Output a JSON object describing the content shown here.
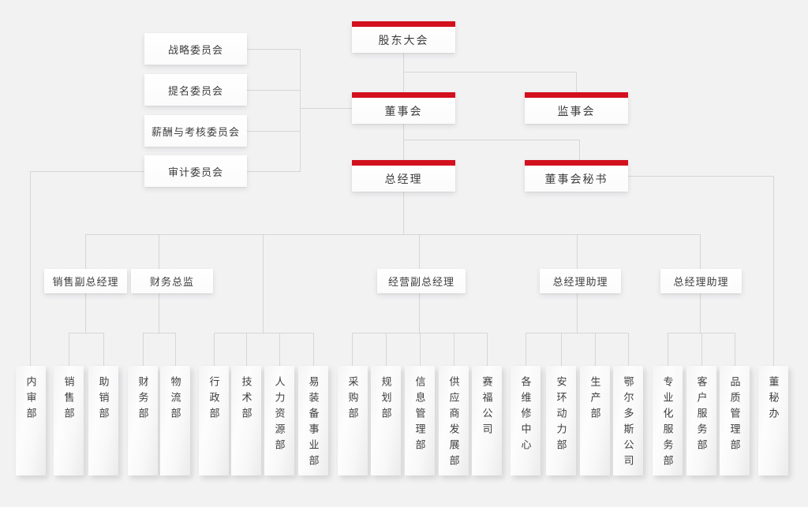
{
  "colors": {
    "accent_red": "#d2101e",
    "line": "#d6d6d6",
    "background": "#f2f2f3",
    "text": "#3e3e3e"
  },
  "nodes": {
    "shareholders": "股东大会",
    "board": "董事会",
    "supervisory": "监事会",
    "gm": "总经理",
    "board_secretary": "董事会秘书"
  },
  "committees": [
    "战略委员会",
    "提名委员会",
    "薪酬与考核委员会",
    "审计委员会"
  ],
  "managers": [
    "销售副总经理",
    "财务总监",
    "经营副总经理",
    "总经理助理",
    "总经理助理"
  ],
  "departments": [
    "内审部",
    "销售部",
    "助销部",
    "财务部",
    "物流部",
    "行政部",
    "技术部",
    "人力资源部",
    "易装备事业部",
    "采购部",
    "规划部",
    "信息管理部",
    "供应商发展部",
    "赛福公司",
    "各维修中心",
    "安环动力部",
    "生产部",
    "鄂尔多斯公司",
    "专业化服务部",
    "客户服务部",
    "品质管理部",
    "董秘办"
  ]
}
